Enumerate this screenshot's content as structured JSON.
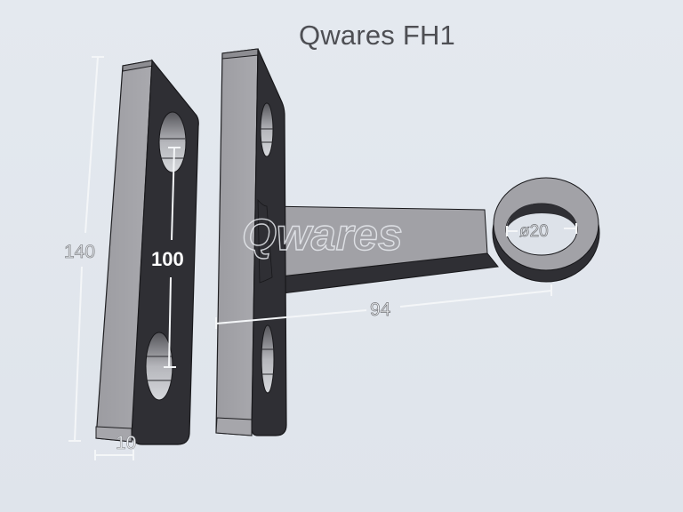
{
  "title": "Qwares FH1",
  "watermark": "Qwares",
  "dimensions": {
    "height": "140",
    "hole_spacing": "100",
    "thickness": "10",
    "arm_length": "94",
    "ring_diameter": "ø20"
  },
  "colors": {
    "background": "#e2e7ee",
    "face_light": "#a3a3a8",
    "face_dark": "#2e2e33",
    "title_text": "#4e4f54",
    "dim_line": "#f4f6f8"
  }
}
